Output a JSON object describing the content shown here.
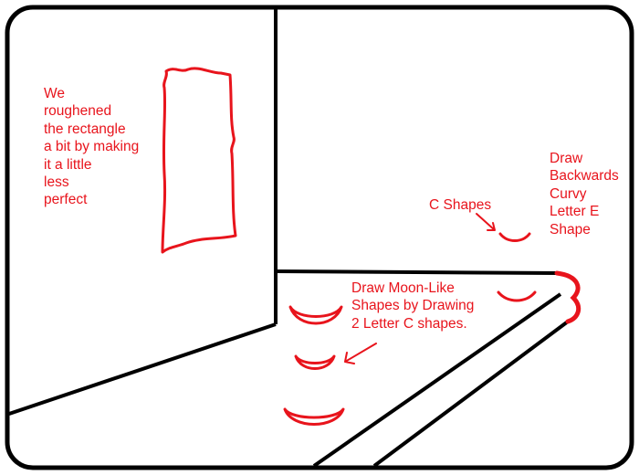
{
  "colors": {
    "ink": "#000000",
    "annotation": "#e8141c",
    "background": "#ffffff"
  },
  "annotations": {
    "rectangle_note": "We\nroughened\nthe rectangle\na bit by making\nit a little\nless\nperfect",
    "letter_e_note": "Draw\nBackwards\nCurvy\nLetter E\nShape",
    "c_shapes_note": "C Shapes",
    "moon_note": "Draw Moon-Like\nShapes by Drawing\n2 Letter C shapes."
  }
}
